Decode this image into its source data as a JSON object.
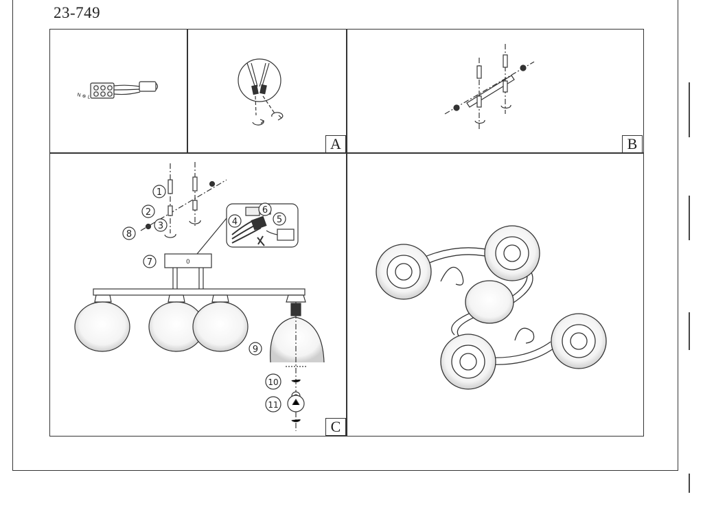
{
  "document": {
    "code": "23-749"
  },
  "panels": {
    "a_label": "A",
    "b_label": "B",
    "c_label": "C"
  },
  "callouts": [
    "1",
    "2",
    "3",
    "4",
    "5",
    "6",
    "7",
    "8",
    "9",
    "10",
    "11"
  ],
  "terminal_block_marks": "N ⊕ L",
  "canopy_mark": "0"
}
